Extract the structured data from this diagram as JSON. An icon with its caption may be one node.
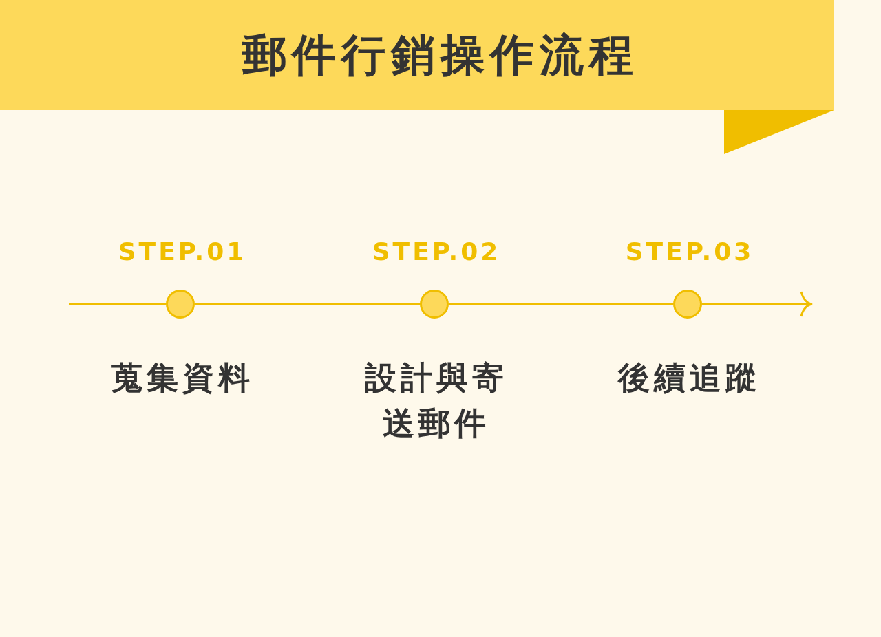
{
  "diagram": {
    "title": "郵件行銷操作流程",
    "nodes": [
      {
        "text": [
          "STEP.01",
          "蒐集資料"
        ]
      },
      {
        "text": [
          "STEP.02",
          "設計與寄送郵件"
        ]
      },
      {
        "text": [
          "STEP.03",
          "後續追蹤"
        ]
      }
    ],
    "edges": [
      {
        "from": null,
        "to": 0,
        "arrow": "none"
      },
      {
        "from": 0,
        "to": 1,
        "arrow": "none"
      },
      {
        "from": 1,
        "to": 2,
        "arrow": "none"
      },
      {
        "from": 2,
        "to": null,
        "arrow": "to"
      }
    ]
  }
}
